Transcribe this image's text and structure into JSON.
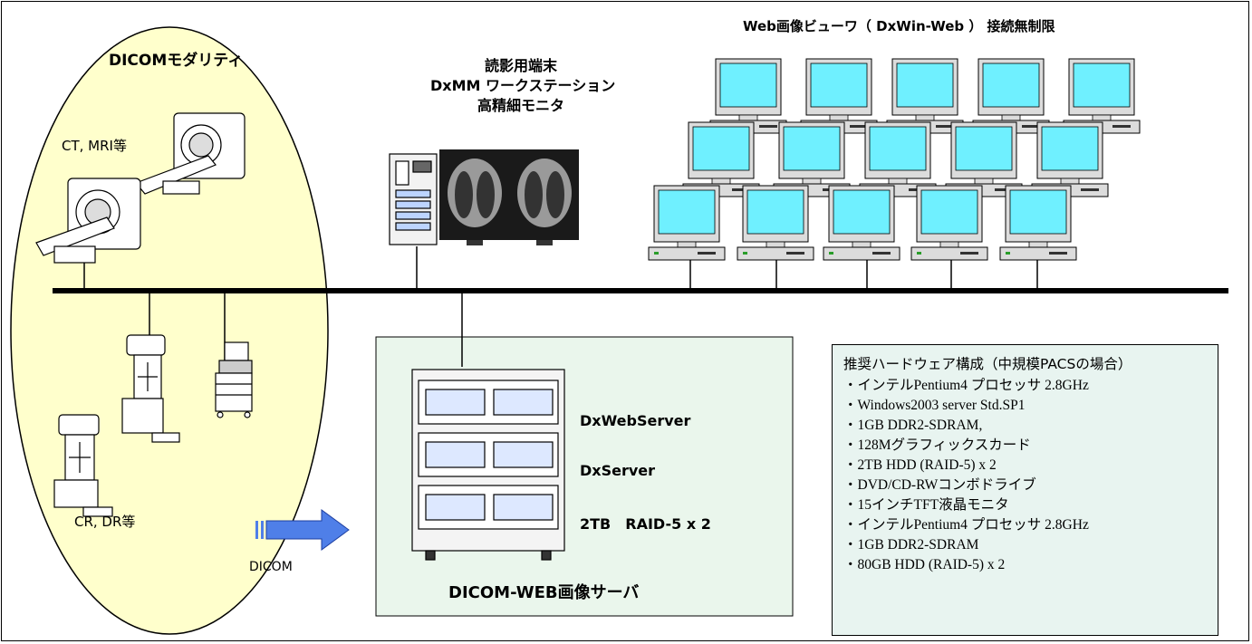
{
  "modality": {
    "title": "DICOMモダリティ",
    "ct_label": "CT, MRI等",
    "cr_label": "CR, DR等",
    "dicom_label": "DICOM"
  },
  "workstation": {
    "line1": "読影用端末",
    "line2": "DxMM ワークステーション",
    "line3": "高精細モニタ"
  },
  "web_viewer": {
    "title": "Web画像ビューワ（ DxWin-Web ） 接続無制限"
  },
  "server": {
    "unit1": "DxWebServer",
    "unit2": "DxServer",
    "unit3": "2TB　RAID-5 x 2",
    "title": "DICOM-WEB画像サーバ"
  },
  "spec": {
    "title": "推奨ハードウェア構成（中規模PACSの場合）",
    "list1": [
      "インテルPentium4 プロセッサ 2.8GHz",
      "Windows2003 server Std.SP1",
      "1GB DDR2-SDRAM,",
      "128Mグラフィックスカード",
      "2TB HDD (RAID-5) x 2",
      "DVD/CD-RWコンボドライブ",
      "15インチTFT液晶モニタ"
    ],
    "list2": [
      "インテルPentium4 プロセッサ 2.8GHz",
      "1GB DDR2-SDRAM",
      "80GB HDD (RAID-5) x 2"
    ]
  },
  "colors": {
    "ellipse_fill": "#ffffcc",
    "server_panel": "#eaf6ec",
    "spec_panel": "#e8f4f0",
    "screen_cyan": "#6ff0ff",
    "arrow_blue": "#4f7fe8"
  }
}
